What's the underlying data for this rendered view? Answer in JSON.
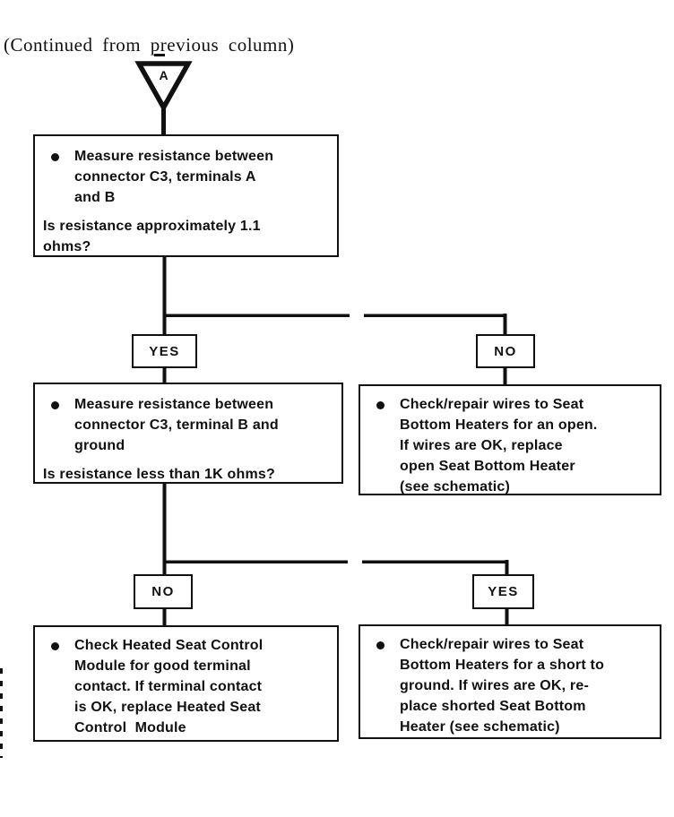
{
  "page": {
    "continued_note": "(Continued from previous column)"
  },
  "connector": {
    "label": "A"
  },
  "flowchart": {
    "box1": {
      "bullet": "Measure resistance between\nconnector C3, terminals A\nand B",
      "question": "Is resistance approximately 1.1\nohms?"
    },
    "branch1": {
      "left_label": "YES",
      "right_label": "NO"
    },
    "box2": {
      "bullet": "Measure resistance between\nconnector C3, terminal B and\nground",
      "question": "Is resistance less than 1K ohms?"
    },
    "box3": {
      "bullet": "Check/repair wires to Seat\nBottom Heaters for an open.\nIf wires are OK, replace\nopen Seat Bottom Heater\n(see schematic)"
    },
    "branch2": {
      "left_label": "NO",
      "right_label": "YES"
    },
    "box4": {
      "bullet": "Check Heated Seat Control\nModule for good terminal\ncontact. If terminal contact\nis OK, replace Heated Seat\nControl  Module"
    },
    "box5": {
      "bullet": "Check/repair wires to Seat\nBottom Heaters for a short to\nground. If wires are OK, re-\nplace shorted Seat Bottom\nHeater (see schematic)"
    }
  },
  "colors": {
    "ink": "#111111",
    "background": "#ffffff"
  }
}
